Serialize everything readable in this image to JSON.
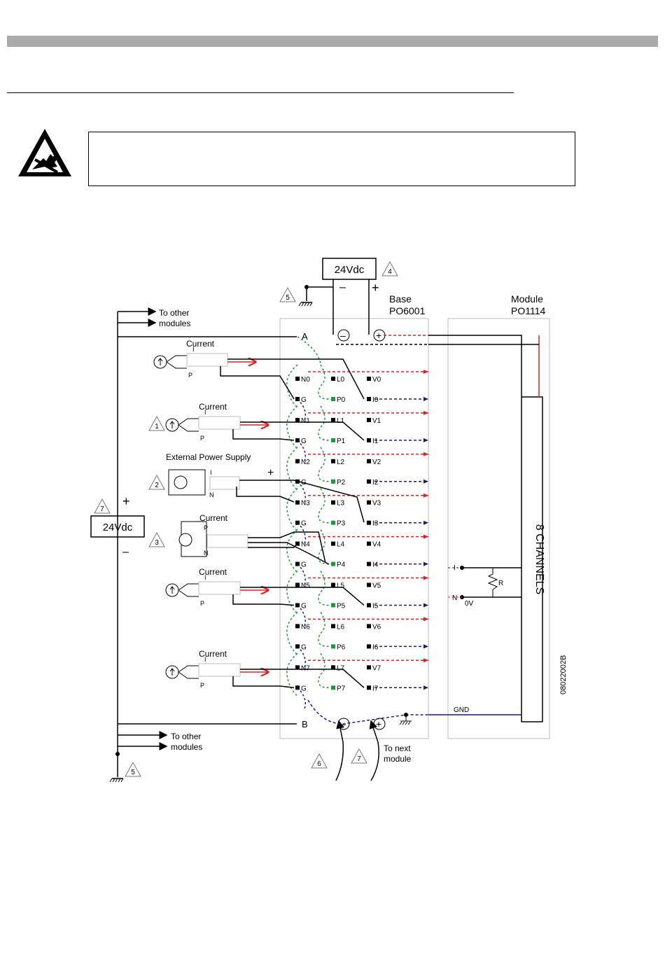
{
  "labels": {
    "supply_top": "24Vdc",
    "supply_left": "24Vdc",
    "base_title": "Base",
    "base_part": "PO6001",
    "module_title": "Module",
    "module_part": "PO1114",
    "channels": "8 CHANNELS",
    "to_other_1a": "To other",
    "to_other_1b": "modules",
    "to_other_2a": "To other",
    "to_other_2b": "modules",
    "to_next_a": "To next",
    "to_next_b": "module",
    "doc_code": "08022002B",
    "current": "Current",
    "ext_ps": "External Power Supply",
    "I": "I",
    "P": "P",
    "N": "N",
    "R": "R",
    "zero_v": "0V",
    "gnd": "GND",
    "A": "A",
    "B": "B",
    "plus": "+",
    "minus": "–"
  },
  "notes": [
    "1",
    "2",
    "3",
    "4",
    "5",
    "6",
    "7"
  ],
  "terminals": {
    "N": [
      "N0",
      "N1",
      "N2",
      "N3",
      "N4",
      "N5",
      "N6",
      "N7"
    ],
    "G": [
      "G",
      "G",
      "G",
      "G",
      "G",
      "G",
      "G",
      "G"
    ],
    "L": [
      "L0",
      "L1",
      "L2",
      "L3",
      "L4",
      "L5",
      "L6",
      "L7"
    ],
    "P": [
      "P0",
      "P1",
      "P2",
      "P3",
      "P4",
      "P5",
      "P6",
      "P7"
    ],
    "V": [
      "V0",
      "V1",
      "V2",
      "V3",
      "V4",
      "V5",
      "V6",
      "V7"
    ],
    "I": [
      "I0",
      "I1",
      "I2",
      "I3",
      "I4",
      "I5",
      "I6",
      "I7"
    ]
  },
  "colors": {
    "red": "#e02020",
    "blue": "#1a1a7a",
    "green": "#1a9a3a",
    "grey": "#bbbbbb"
  }
}
